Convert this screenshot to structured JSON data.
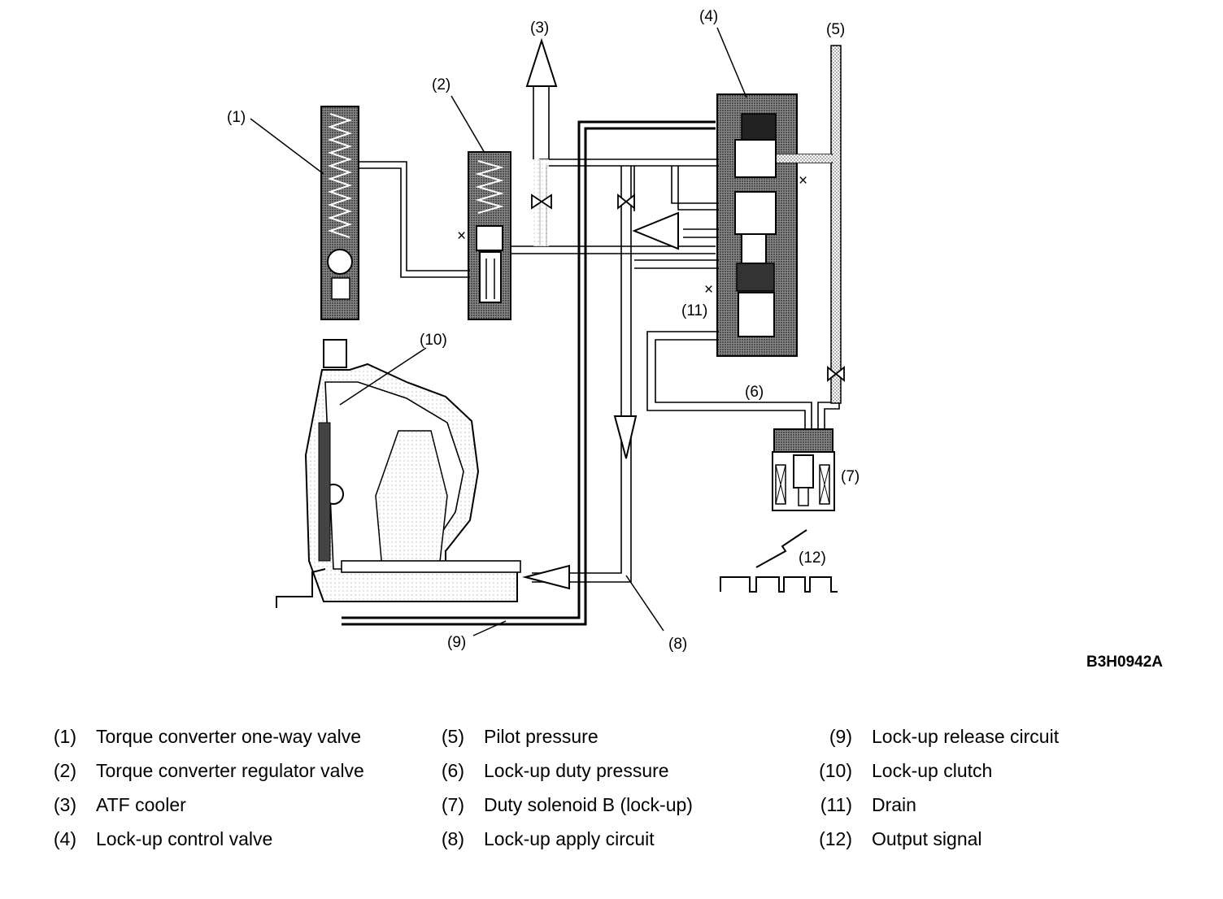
{
  "callouts": [
    {
      "id": "1",
      "label": "(1)"
    },
    {
      "id": "2",
      "label": "(2)"
    },
    {
      "id": "3",
      "label": "(3)"
    },
    {
      "id": "4",
      "label": "(4)"
    },
    {
      "id": "5",
      "label": "(5)"
    },
    {
      "id": "6",
      "label": "(6)"
    },
    {
      "id": "7",
      "label": "(7)"
    },
    {
      "id": "8",
      "label": "(8)"
    },
    {
      "id": "9",
      "label": "(9)"
    },
    {
      "id": "10",
      "label": "(10)"
    },
    {
      "id": "11",
      "label": "(11)"
    },
    {
      "id": "12",
      "label": "(12)"
    }
  ],
  "figure_code": "B3H0942A",
  "legend": [
    {
      "num": "(1)",
      "text": "Torque converter one-way valve"
    },
    {
      "num": "(2)",
      "text": "Torque converter regulator valve"
    },
    {
      "num": "(3)",
      "text": "ATF cooler"
    },
    {
      "num": "(4)",
      "text": "Lock-up control valve"
    },
    {
      "num": "(5)",
      "text": "Pilot pressure"
    },
    {
      "num": "(6)",
      "text": "Lock-up duty pressure"
    },
    {
      "num": "(7)",
      "text": "Duty solenoid B (lock-up)"
    },
    {
      "num": "(8)",
      "text": "Lock-up apply circuit"
    },
    {
      "num": "(9)",
      "text": "Lock-up release circuit"
    },
    {
      "num": "(10)",
      "text": "Lock-up clutch"
    },
    {
      "num": "(11)",
      "text": "Drain"
    },
    {
      "num": "(12)",
      "text": "Output signal"
    }
  ]
}
